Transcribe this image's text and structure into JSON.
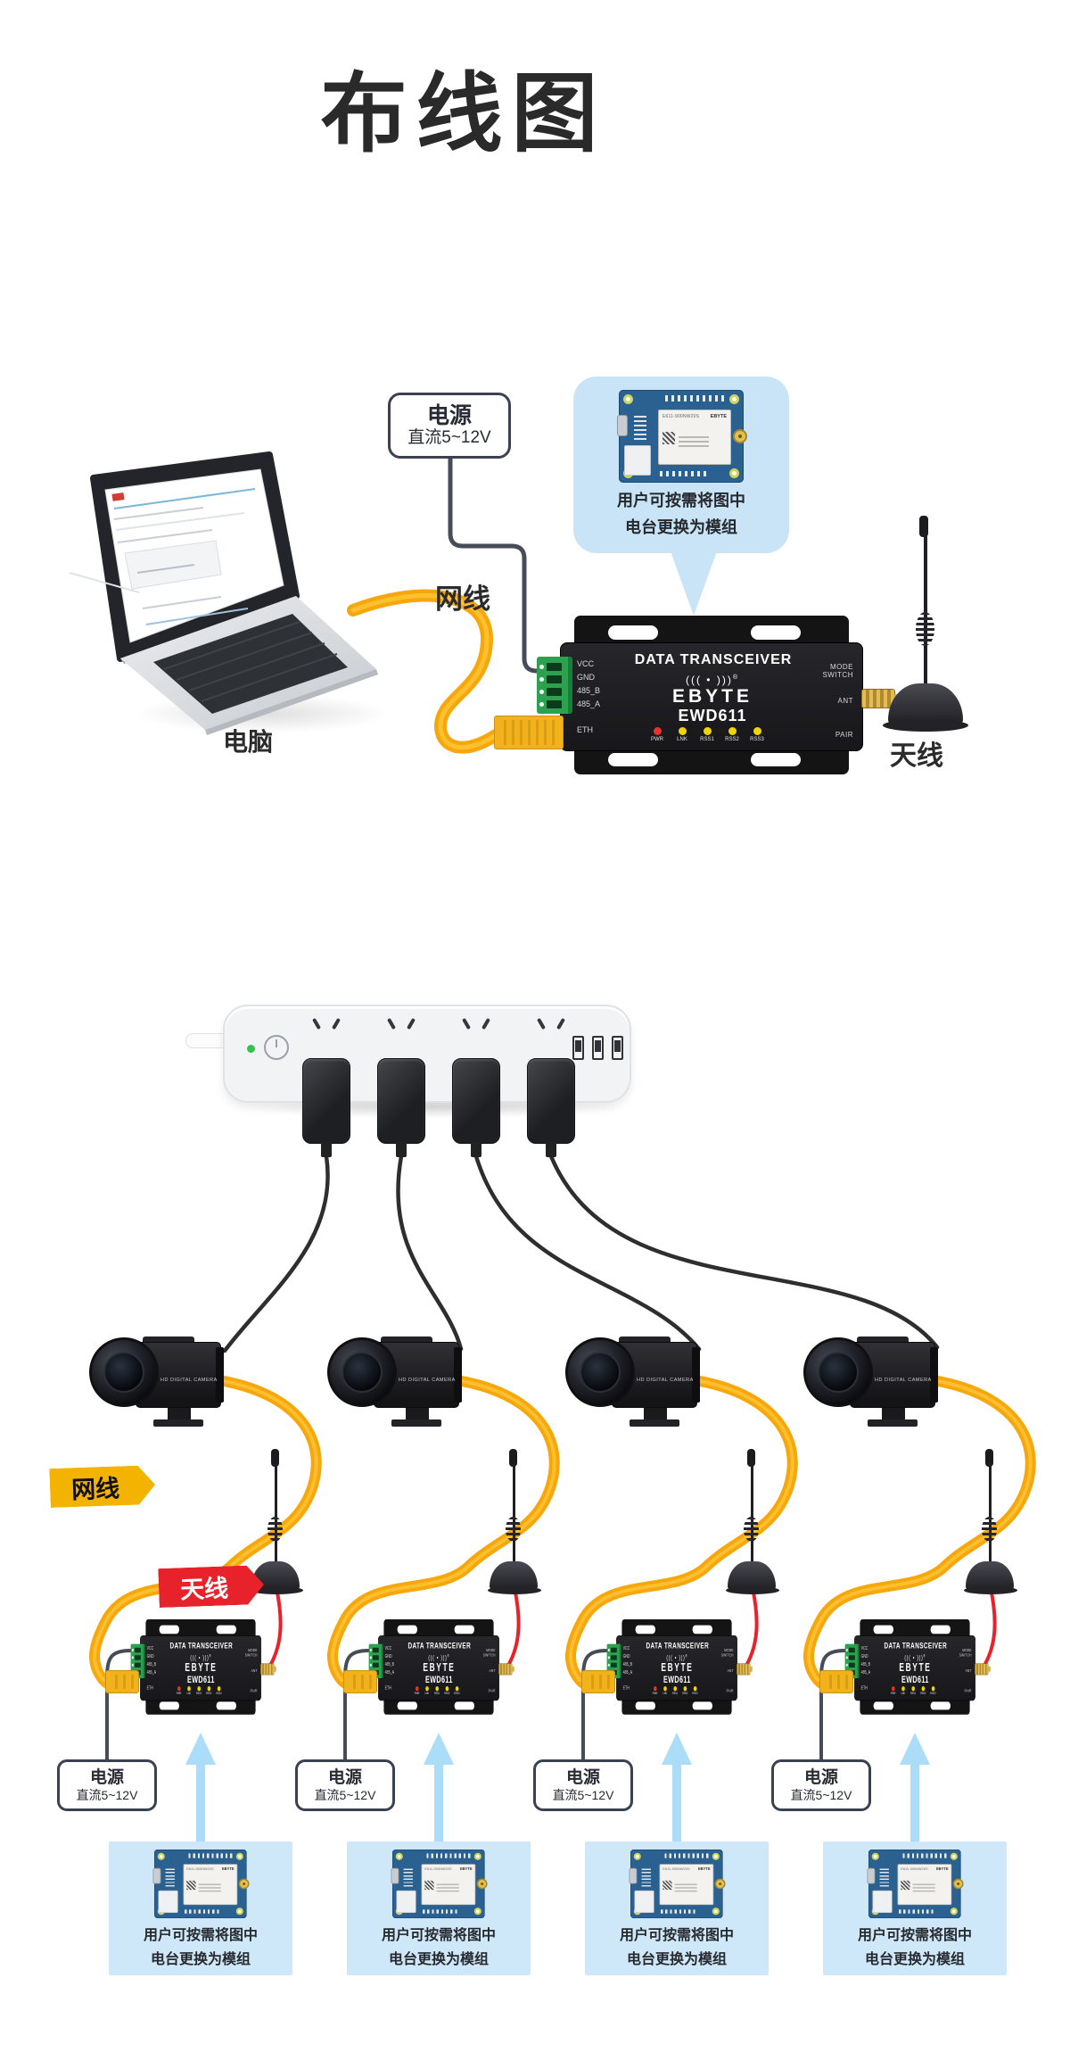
{
  "page": {
    "title": "布线图"
  },
  "top": {
    "computer_label": "电脑",
    "cable_label": "网线",
    "antenna_label": "天线",
    "power_box": {
      "line1": "电源",
      "line2": "直流5~12V"
    },
    "callout": {
      "line1": "用户可按需将图中",
      "line2": "电台更换为模组"
    }
  },
  "bottom": {
    "cable_tag": "网线",
    "antenna_tag": "天线",
    "power_box": {
      "line1": "电源",
      "line2": "直流5~12V"
    },
    "callout": {
      "line1": "用户可按需将图中",
      "line2": "电台更换为模组"
    }
  },
  "device": {
    "header": "DATA TRANSCEIVER",
    "rf_mark": "((( • )))",
    "reg": "®",
    "brand": "EBYTE",
    "model": "EWD611",
    "pins": [
      "VCC",
      "GND",
      "485_B",
      "485_A"
    ],
    "eth_label": "ETH",
    "mode_line1": "MODE",
    "mode_line2": "SWITCH",
    "ant_label": "ANT",
    "pair_label": "PAIR",
    "led_labels": [
      "PWR",
      "LNK",
      "RSS1",
      "RSS2",
      "RSS3"
    ]
  },
  "pcb": {
    "model": "E611-900NW20S",
    "brand": "EBYTE"
  },
  "camera": {
    "label": "HD DIGITAL CAMERA"
  },
  "colors": {
    "callout_blue": "#c9e4f7",
    "panel_blue": "#cfe8f9",
    "cable_yellow": "#f6a70b",
    "tag_yellow": "#f5b301",
    "antenna_red": "#e8222b",
    "wire_dark": "#474c56",
    "terminal_green": "#2f9e4e"
  }
}
